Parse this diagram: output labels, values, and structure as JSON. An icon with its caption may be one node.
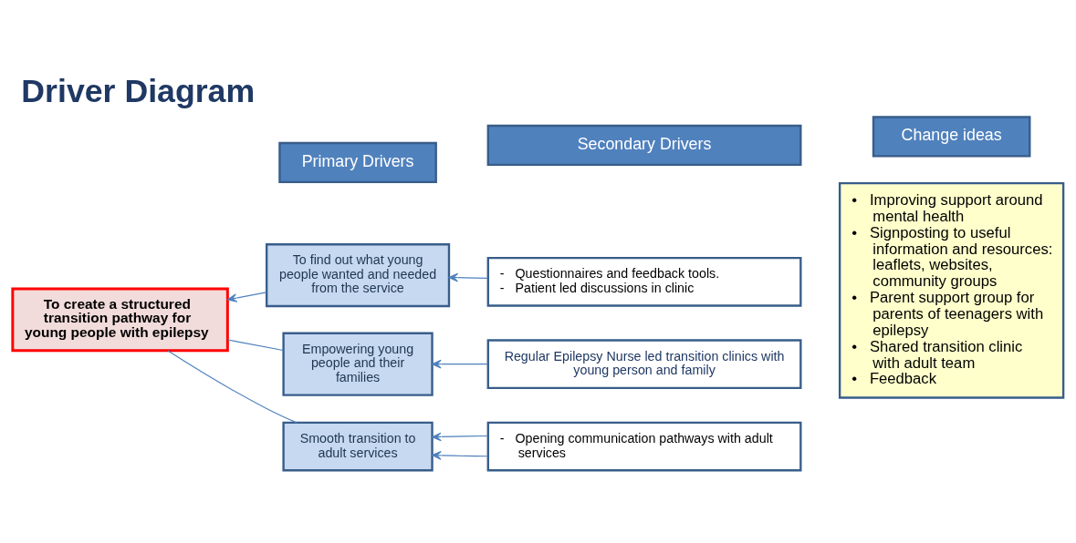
{
  "diagram": {
    "title": "Driver Diagram",
    "nodes": [
      {
        "text": [
          "To create a structured transition pathway for young people with epilepsy"
        ]
      },
      {
        "text": [
          "Primary Drivers"
        ]
      },
      {
        "text": [
          "Secondary Drivers"
        ]
      },
      {
        "text": [
          "Change ideas"
        ]
      },
      {
        "text": [
          "To find out what young people wanted and needed from the service"
        ]
      },
      {
        "text": [
          "Empowering young people and their families"
        ]
      },
      {
        "text": [
          "Smooth transition to adult services"
        ]
      },
      {
        "text": [
          "-   Questionnaires and feedback tools.",
          "-   Patient led discussions in clinic"
        ]
      },
      {
        "text": [
          "Regular Epilepsy Nurse led transition clinics with young person and family"
        ]
      },
      {
        "text": [
          "-   Opening communication pathways with adult services"
        ]
      },
      {
        "text": [
          "•   Improving support around mental health",
          "•   Signposting to useful information and resources: leaflets, websites, community groups",
          "•   Parent support group for parents of teenagers with epilepsy",
          "•   Shared transition clinic with adult team",
          "•   Feedback"
        ]
      }
    ],
    "edges": [
      {
        "from": 4,
        "to": 0,
        "arrow": "to"
      },
      {
        "from": 5,
        "to": 0,
        "arrow": "none"
      },
      {
        "from": 6,
        "to": 0,
        "arrow": "none"
      },
      {
        "from": 7,
        "to": 4,
        "arrow": "to"
      },
      {
        "from": 8,
        "to": 5,
        "arrow": "to"
      },
      {
        "from": 9,
        "to": 6,
        "arrow": "to"
      },
      {
        "from": 9,
        "to": 6,
        "arrow": "to"
      }
    ]
  }
}
